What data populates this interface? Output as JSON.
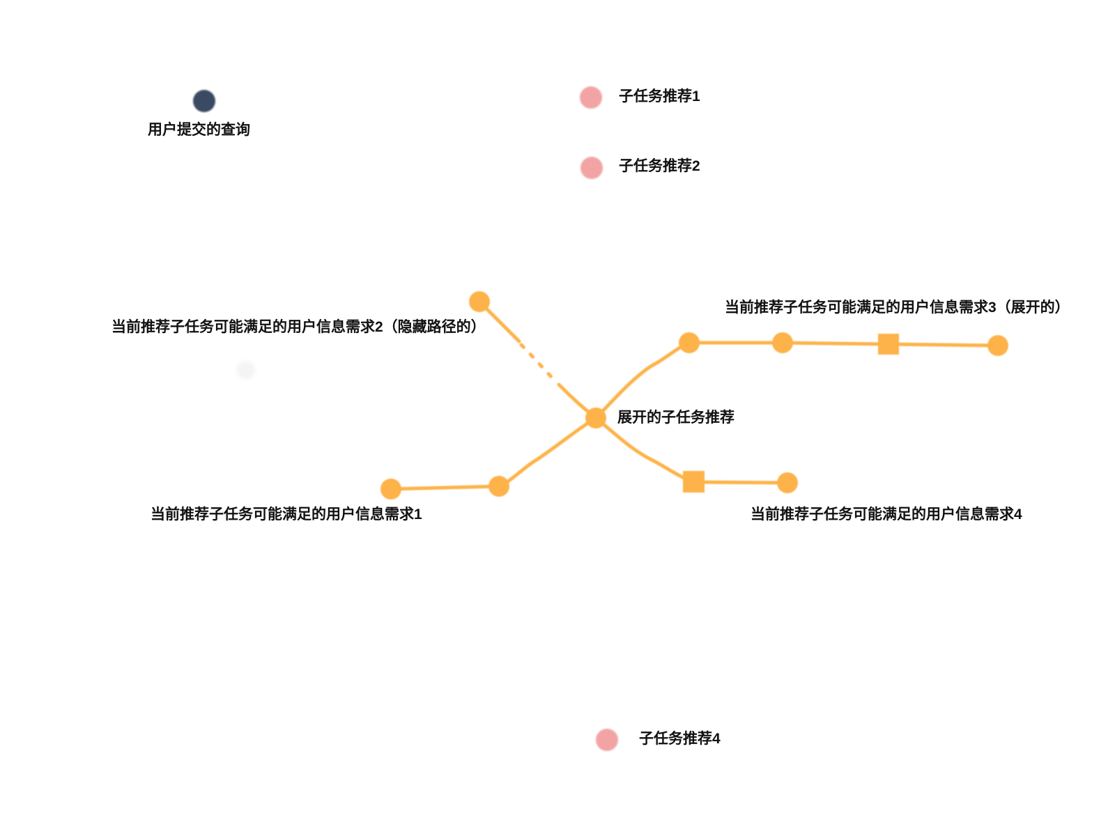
{
  "colors": {
    "user_query": "#3a4a63",
    "subtask_pink": "#f2a4a4",
    "path_orange": "#fdb34a"
  },
  "legend": {
    "user_query_label": "用户提交的查询",
    "subtask1_label": "子任务推荐1",
    "subtask2_label": "子任务推荐2",
    "subtask4_label": "子任务推荐4"
  },
  "diagram": {
    "center_label": "展开的子任务推荐",
    "need1_label": "当前推荐子任务可能满足的用户信息需求1",
    "need2_label": "当前推荐子任务可能满足的用户信息需求2（隐藏路径的）",
    "need3_label": "当前推荐子任务可能满足的用户信息需求3（展开的）",
    "need4_label": "当前推荐子任务可能满足的用户信息需求4"
  }
}
